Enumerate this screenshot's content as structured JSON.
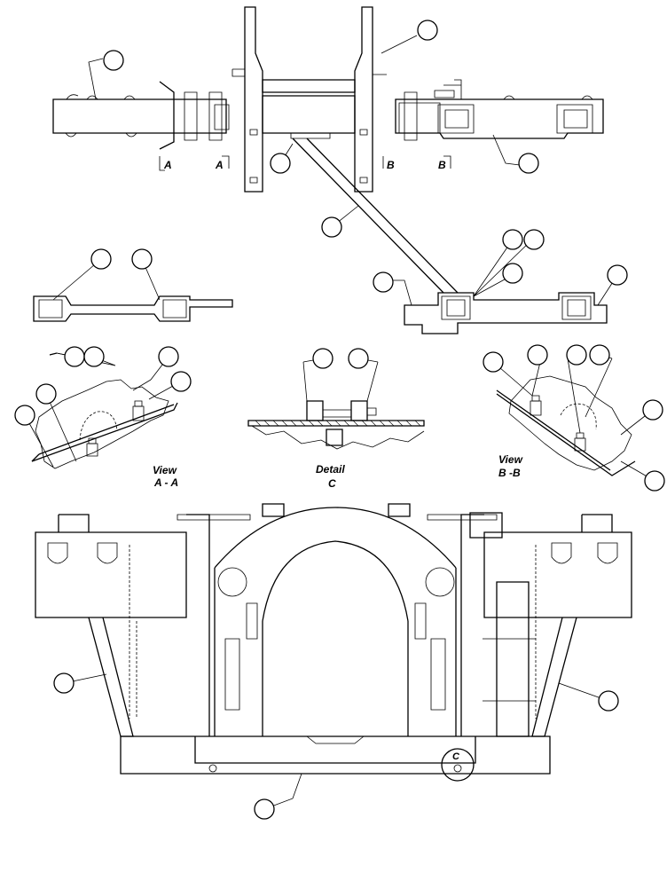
{
  "section_markers": {
    "a_left": "A",
    "a_right": "A",
    "b_left": "B",
    "b_right": "B"
  },
  "labels": {
    "view_aa_line1": "View",
    "view_aa_line2": "A - A",
    "detail_c_line1": "Detail",
    "detail_c_line2": "C",
    "view_bb_line1": "View",
    "view_bb_line2": "B -B",
    "detail_marker": "C"
  }
}
